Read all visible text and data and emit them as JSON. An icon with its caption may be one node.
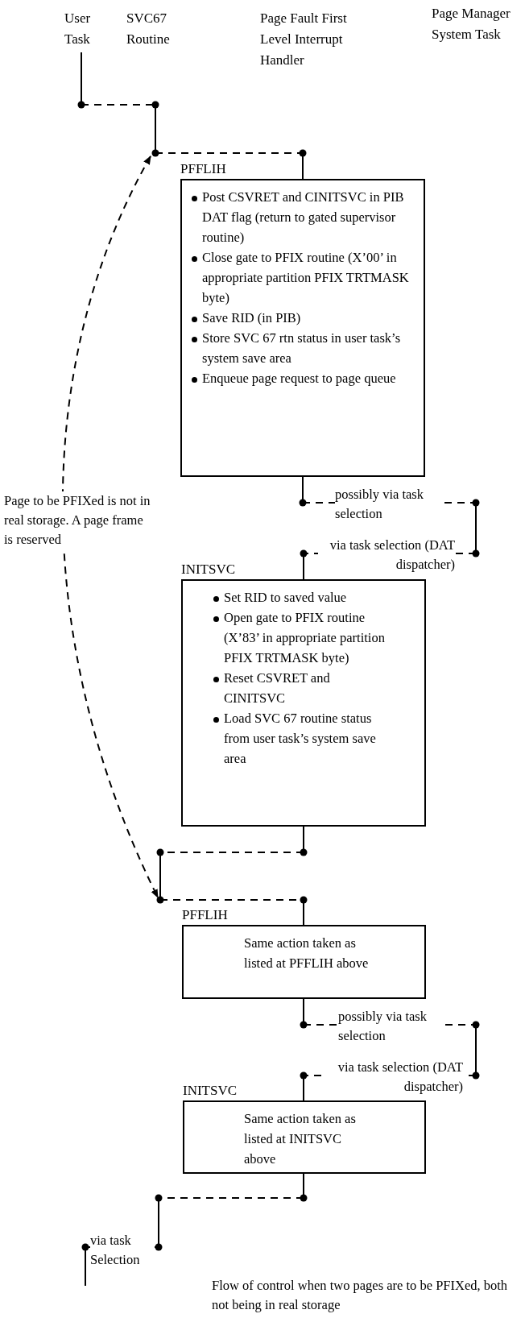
{
  "diagram": {
    "caption": "Flow of control when two pages are to be PFIXed, both not being in real storage",
    "nodes": [
      {
        "text": [],
        "shape": "bar"
      },
      {
        "text": [],
        "shape": "bar"
      },
      {
        "text": [
          "PFFLIH",
          "Post CSVRET and CINITSVC in PIB DAT flag (return to gated supervisor routine)",
          "Close gate to PFIX routine (X’00’ in appropriate partition PFIX TRTMASK byte)",
          "Save RID (in PIB)",
          "Store SVC 67 rtn status in user task’s system save area",
          "Enqueue page request to page queue"
        ]
      },
      {
        "text": [],
        "shape": "bar"
      },
      {
        "text": [
          "INITSVC",
          "Set RID to saved value",
          "Open gate to PFIX routine (X’83’ in appropriate partition PFIX TRTMASK byte)",
          "Reset CSVRET and CINITSVC",
          "Load SVC 67 routine status from user task’s system save area"
        ]
      },
      {
        "text": [],
        "shape": "bar"
      },
      {
        "text": [
          "PFFLIH",
          "Same action taken as listed at PFFLIH above"
        ]
      },
      {
        "text": [],
        "shape": "bar"
      },
      {
        "text": [
          "INITSVC",
          "Same action taken as listed at INITSVC above"
        ]
      },
      {
        "text": [],
        "shape": "bar"
      },
      {
        "text": [],
        "shape": "bar"
      }
    ],
    "edges": [
      {
        "from": 0,
        "to": 1,
        "arrow": "other",
        "style": "dashed"
      },
      {
        "from": 1,
        "to": 2,
        "arrow": "other",
        "style": "dashed"
      },
      {
        "from": 2,
        "to": 3,
        "arrow": "other",
        "style": "dashed",
        "label": "possibly via task selection"
      },
      {
        "from": 3,
        "to": 4,
        "arrow": "other",
        "style": "dashed",
        "label": "via task selection (DAT dispatcher)"
      },
      {
        "from": 4,
        "to": 5,
        "arrow": "other",
        "style": "dashed"
      },
      {
        "from": 5,
        "to": 6,
        "arrow": "other",
        "style": "dashed"
      },
      {
        "from": 6,
        "to": 7,
        "arrow": "other",
        "style": "dashed",
        "label": "possibly via task selection"
      },
      {
        "from": 7,
        "to": 8,
        "arrow": "other",
        "style": "dashed",
        "label": "via task selection (DAT dispatcher)"
      },
      {
        "from": 8,
        "to": 9,
        "arrow": "other",
        "style": "dashed"
      },
      {
        "from": 9,
        "to": 10,
        "arrow": "other",
        "style": "dashed",
        "label": "via task Selection"
      },
      {
        "from": 1,
        "to": 5,
        "arrow": "both",
        "style": "dashed",
        "label": "Page to be PFIXed is not in real storage. A page frame is reserved"
      }
    ],
    "labels": [
      "User Task",
      "SVC67 Routine",
      "Page Fault First Level Interrupt Handler",
      "Page Manager System Task"
    ]
  }
}
